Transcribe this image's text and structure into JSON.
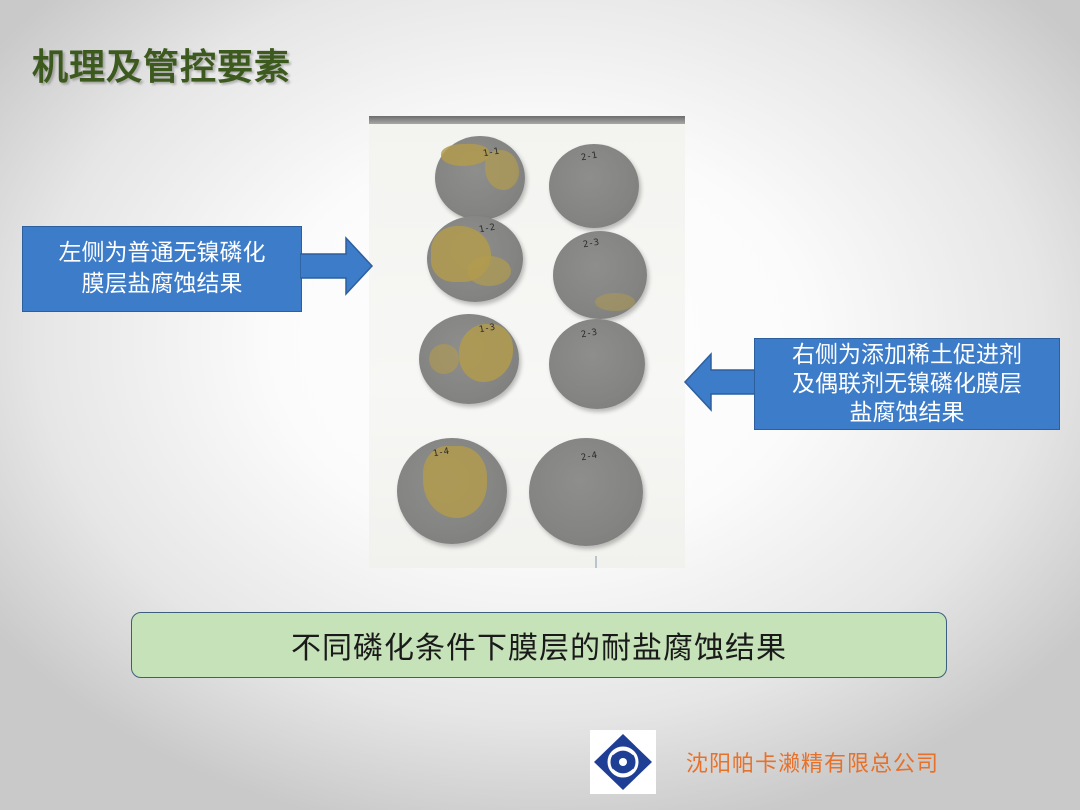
{
  "slide": {
    "title": "机理及管控要素",
    "left_callout": {
      "line1": "左侧为普通无镍磷化",
      "line2": "膜层盐腐蚀结果"
    },
    "right_callout": {
      "line1": "右侧为添加稀土促进剂",
      "line2": "及偶联剂无镍磷化膜层",
      "line3": "盐腐蚀结果"
    },
    "caption": "不同磷化条件下膜层的耐盐腐蚀结果",
    "company": "沈阳帕卡濑精有限总公司"
  },
  "photo": {
    "samples": [
      {
        "label": "1-1",
        "corrosion": "heavy"
      },
      {
        "label": "2-1",
        "corrosion": "none"
      },
      {
        "label": "1-2",
        "corrosion": "heavy"
      },
      {
        "label": "2-3",
        "corrosion": "slight"
      },
      {
        "label": "1-3",
        "corrosion": "heavy"
      },
      {
        "label": "2-3",
        "corrosion": "none"
      },
      {
        "label": "1-4",
        "corrosion": "heavy"
      },
      {
        "label": "2-4",
        "corrosion": "none"
      }
    ]
  },
  "colors": {
    "title": "#3d5a1e",
    "callout": "#3d7cc9",
    "caption_bg": "#c5e2b8",
    "company": "#e8712a",
    "logo": "#1f3f95",
    "rust": "#b29b4e"
  },
  "logo": {
    "icon": "company-logo-icon"
  }
}
